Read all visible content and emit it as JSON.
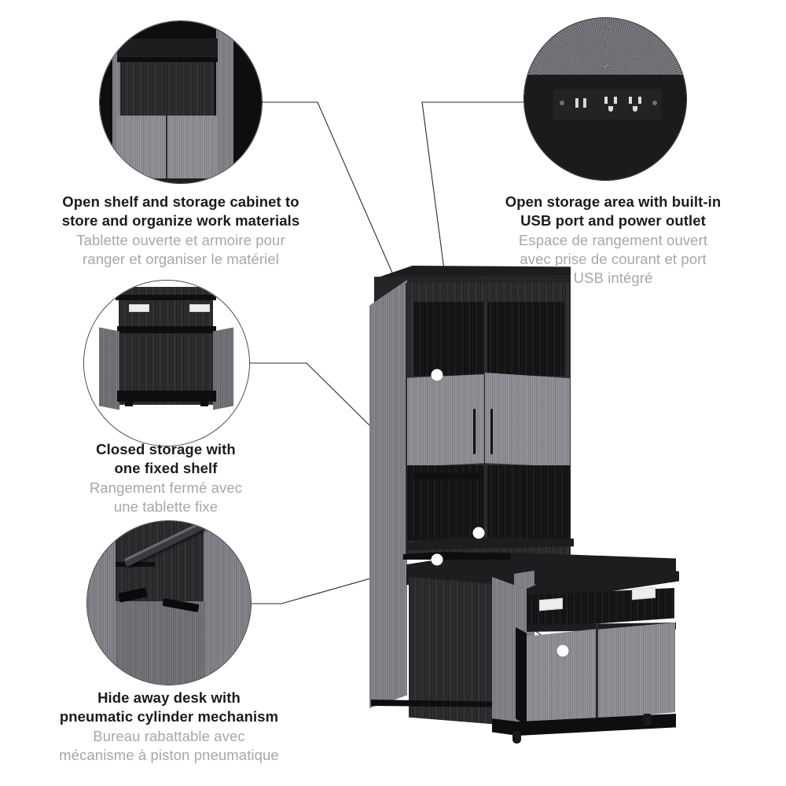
{
  "page": {
    "title": "Hide-away desk and storage cabinet feature infographic",
    "background": "#ffffff",
    "text_color_primary": "#1b1b1b",
    "text_color_secondary": "#a7a7a7",
    "leader_line_color": "#2b2b2b",
    "hotspot_color": "#ffffff",
    "product_colors": {
      "wood_gray": "#7d7d83",
      "wood_gray_light": "#8a8a90",
      "wood_gray_dark": "#6b6b71",
      "black_panel": "#1d1d1f",
      "black_deep": "#0e0e10",
      "label_tag": "#ededed"
    }
  },
  "callouts": [
    {
      "id": "open-shelf-storage-cabinet",
      "en_lines": [
        "Open shelf and storage cabinet to",
        "store and organize work materials"
      ],
      "fr_lines": [
        "Tablette ouverte et armoire pour",
        "ranger et organiser le matériel"
      ],
      "detail_icon": "open-shelf-cabinet-detail"
    },
    {
      "id": "usb-power-outlet",
      "en_lines": [
        "Open storage area with built-in",
        "USB port and power outlet"
      ],
      "fr_lines": [
        "Espace de rangement ouvert",
        "avec prise de courant et port",
        "USB intégré"
      ],
      "detail_icon": "usb-power-bar-detail"
    },
    {
      "id": "closed-storage-fixed-shelf",
      "en_lines": [
        "Closed storage with",
        "one fixed shelf"
      ],
      "fr_lines": [
        "Rangement fermé avec",
        "une tablette fixe"
      ],
      "detail_icon": "open-doors-shelf-detail"
    },
    {
      "id": "hide-away-desk",
      "en_lines": [
        "Hide away desk with",
        "pneumatic cylinder mechanism"
      ],
      "fr_lines": [
        "Bureau rabattable avec",
        "mécanisme à piston pneumatique"
      ],
      "detail_icon": "pneumatic-cylinder-detail"
    }
  ],
  "product": {
    "name": "tall-hutch-with-hide-away-desk-and-mobile-cabinet",
    "parts": [
      "top-cap",
      "upper-open-shelf",
      "upper-cabinet-left-door",
      "upper-cabinet-right-door",
      "middle-open-storage",
      "hide-away-desk-surface",
      "mobile-cabinet-left-door",
      "mobile-cabinet-right-door",
      "caster-left",
      "caster-right"
    ]
  },
  "usb_detail": {
    "usb_ports": 2,
    "ac_outlets": 2,
    "screws": 2
  }
}
